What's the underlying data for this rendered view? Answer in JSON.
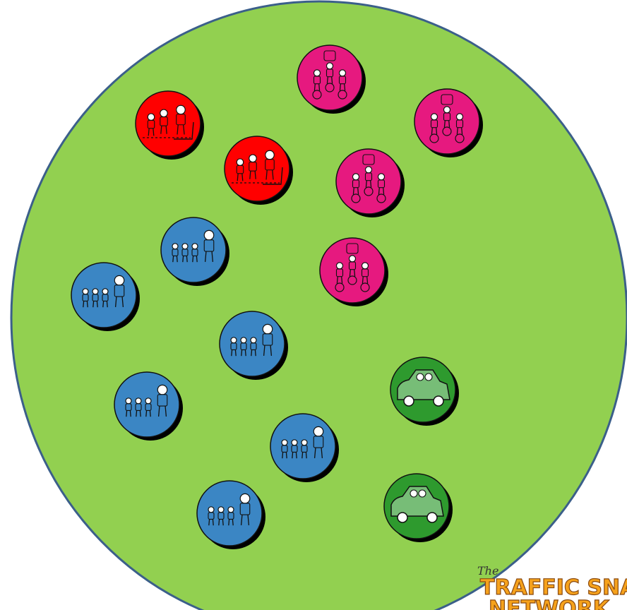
{
  "diagram": {
    "background_color": "#92d050",
    "border_color": "#3b5f8a",
    "groups": [
      {
        "name": "scooter-walkers",
        "fill": "#ff0000",
        "icon": "scooter-group-icon",
        "count": 2
      },
      {
        "name": "cyclists",
        "fill": "#e6197f",
        "icon": "cyclists-icon",
        "count": 4
      },
      {
        "name": "walking-family",
        "fill": "#3b86c4",
        "icon": "walking-family-icon",
        "count": 6
      },
      {
        "name": "car-passengers",
        "fill": "#2e9a2e",
        "icon": "car-icon",
        "count": 2
      }
    ]
  },
  "logo": {
    "prefix": "The",
    "line1": "TRAFFIC SNA",
    "line2": "NETWORK",
    "colors": {
      "fill": "#f6a21c",
      "outline": "#8a4a10"
    }
  }
}
